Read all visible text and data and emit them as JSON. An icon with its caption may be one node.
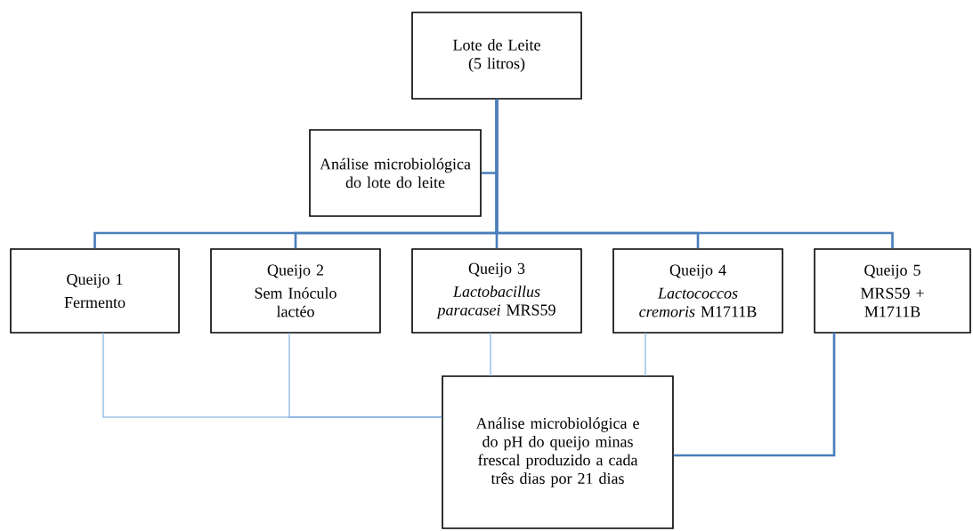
{
  "diagram": {
    "nodes": [
      {
        "text": [
          "Lote de Leite (5 litros)"
        ]
      },
      {
        "text": [
          "Análise microbiológica do lote do leite"
        ]
      },
      {
        "text": [
          "Queijo 1",
          "Fermento"
        ]
      },
      {
        "text": [
          "Queijo 2",
          "Sem Inóculo lactéo"
        ]
      },
      {
        "text": [
          "Queijo 3",
          "*Lactobacillus paracasei* MRS59"
        ]
      },
      {
        "text": [
          "Queijo 4",
          "*Lactococcos cremoris* M1711B"
        ]
      },
      {
        "text": [
          "Queijo 5",
          "MRS59 + M1711B"
        ]
      },
      {
        "text": [
          "Análise microbiológica e do pH do queijo minas frescal produzido a cada três dias por 21 dias"
        ]
      }
    ],
    "edges": [
      {
        "from": 0,
        "to": 1,
        "arrow": "none"
      },
      {
        "from": 0,
        "to": 2,
        "arrow": "none"
      },
      {
        "from": 0,
        "to": 3,
        "arrow": "none"
      },
      {
        "from": 0,
        "to": 4,
        "arrow": "none"
      },
      {
        "from": 0,
        "to": 5,
        "arrow": "none"
      },
      {
        "from": 0,
        "to": 6,
        "arrow": "none"
      },
      {
        "from": 2,
        "to": 7,
        "arrow": "none",
        "color": "#6fa8dc"
      },
      {
        "from": 3,
        "to": 7,
        "arrow": "none",
        "color": "#6fa8dc"
      },
      {
        "from": 4,
        "to": 7,
        "arrow": "none",
        "color": "#6fa8dc"
      },
      {
        "from": 5,
        "to": 7,
        "arrow": "none",
        "color": "#6fa8dc"
      },
      {
        "from": 6,
        "to": 7,
        "arrow": "none"
      }
    ]
  }
}
